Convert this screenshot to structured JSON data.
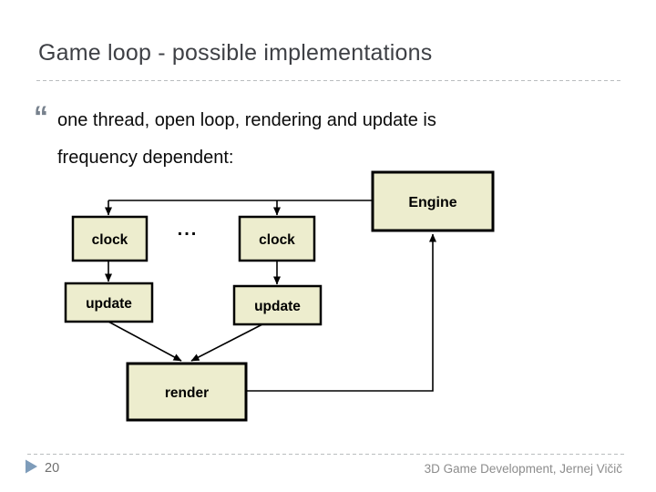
{
  "slide": {
    "title": "Game loop - possible implementations",
    "bullet": {
      "marker": "“",
      "text_line_1": "one thread, open loop, rendering and update is",
      "text_line_2": "frequency dependent:"
    },
    "diagram": {
      "engine_label": "Engine",
      "clock_1_label": "clock",
      "clock_2_label": "clock",
      "ellipsis": "...",
      "update_1_label": "update",
      "update_2_label": "update",
      "render_label": "render"
    },
    "footer": {
      "page_number": "20",
      "credit": "3D Game Development, Jernej Vičič"
    }
  },
  "colors": {
    "box_fill": "#EDEDCE",
    "box_border": "#000000",
    "title_text": "#3E4045",
    "body_text": "#0B0B0B",
    "bullet_marker": "#77818D",
    "divider": "#B9BDBF",
    "footer_text": "#8C8C8C",
    "page_number_text": "#6F6F6F",
    "accent_triangle": "#7E9CBA"
  }
}
